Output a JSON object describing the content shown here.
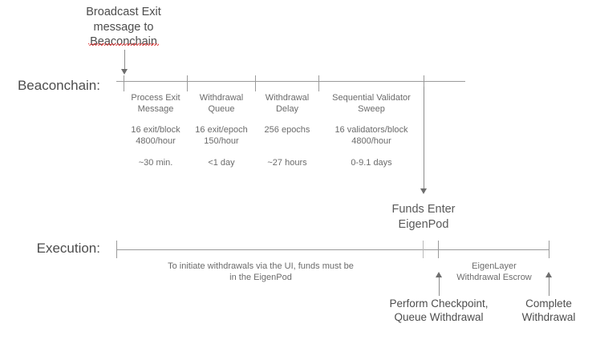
{
  "diagram": {
    "title_top": "Broadcast Exit\nmessage to\nBeaconchain",
    "spellcheck_word": "Beaconchain",
    "accent_error_color": "#e23b3b",
    "line_color": "#9a9a9a",
    "text_color": "#595959"
  },
  "rows": {
    "beaconchain_label": "Beaconchain:",
    "execution_label": "Execution:"
  },
  "beaconchain_segments": [
    {
      "title": "Process Exit\nMessage",
      "rate": "16 exit/block\n4800/hour",
      "duration": "~30 min."
    },
    {
      "title": "Withdrawal\nQueue",
      "rate": "16 exit/epoch\n150/hour",
      "duration": "<1 day"
    },
    {
      "title": "Withdrawal\nDelay",
      "rate": "256 epochs",
      "duration": "~27 hours"
    },
    {
      "title": "Sequential Validator\nSweep",
      "rate": "16 validators/block\n4800/hour",
      "duration": "0-9.1 days"
    }
  ],
  "annotations": {
    "funds_enter": "Funds Enter\nEigenPod",
    "execution_note": "To initiate withdrawals via the UI, funds must be\nin the EigenPod",
    "escrow_note": "EigenLayer\nWithdrawal Escrow",
    "perform_checkpoint": "Perform Checkpoint,\nQueue Withdrawal",
    "complete_withdrawal": "Complete\nWithdrawal"
  }
}
